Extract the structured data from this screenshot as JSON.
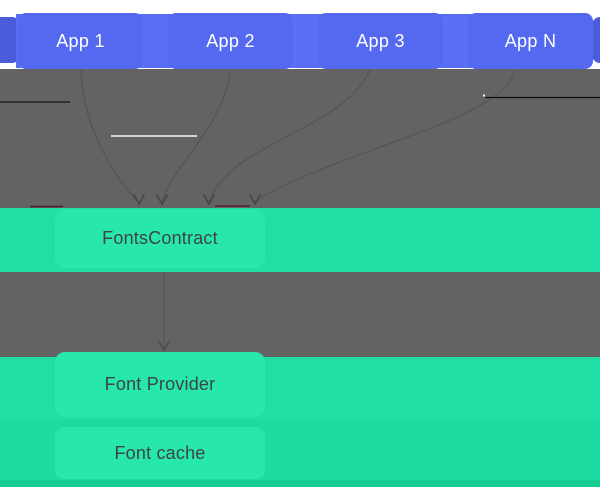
{
  "apps": {
    "items": [
      "App 1",
      "App 2",
      "App 3",
      "App N"
    ]
  },
  "contract": {
    "label": "FontsContract"
  },
  "provider": {
    "label": "Font Provider"
  },
  "cache": {
    "label": "Font cache"
  },
  "colors": {
    "background": "#ffffff",
    "app_bar": "#5A6EF6",
    "app_box": "#5468F0",
    "app_bar_cap": "#4A5CDA",
    "app_text": "#ffffff",
    "gray_band": "#636363",
    "arrow_stroke": "#565659",
    "teal_bar_contract": "#1FDFA4",
    "teal_bar_provider": "#1FDFA4",
    "teal_bar_cache": "#1BDBA1",
    "teal_box": "#28E7AD",
    "teal_strip": "#17CC93",
    "label_text": "#3E4347"
  }
}
